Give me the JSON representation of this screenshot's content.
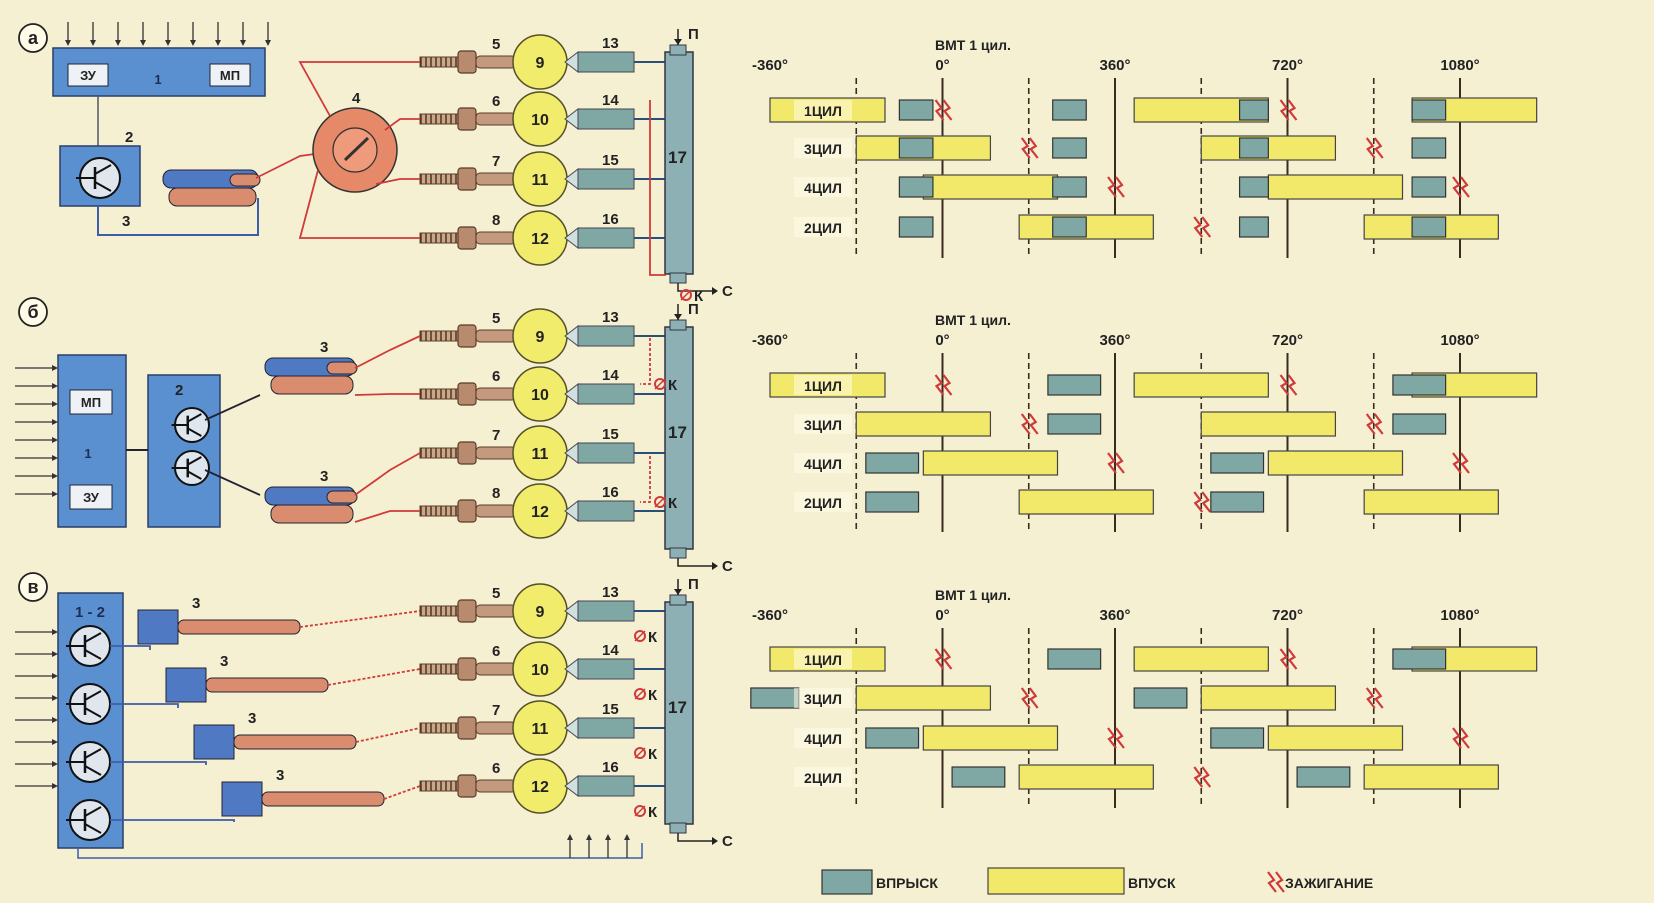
{
  "panels": [
    {
      "letter": "а",
      "ecu_labels": {
        "memory": "ЗУ",
        "center": "1",
        "micro": "МП"
      },
      "module_label": "2",
      "coil_label": "3",
      "distributor_label": "4",
      "k_label": "К"
    },
    {
      "letter": "б",
      "ecu_labels": {
        "memory": "ЗУ",
        "center": "1",
        "micro": "МП"
      },
      "module_label": "2",
      "coil_labels": [
        "3",
        "3"
      ],
      "k_labels": [
        "К",
        "К"
      ]
    },
    {
      "letter": "в",
      "ecu_labels": {
        "center": "1 - 2"
      },
      "coil_labels": [
        "3",
        "3",
        "3",
        "3"
      ],
      "k_labels": [
        "К",
        "К",
        "К",
        "К"
      ]
    }
  ],
  "engine": {
    "spark_labels": [
      [
        "5",
        "6",
        "7",
        "8"
      ],
      [
        "5",
        "6",
        "7",
        "8"
      ],
      [
        "5",
        "6",
        "7",
        "6"
      ]
    ],
    "cylinder_labels": [
      "9",
      "10",
      "11",
      "12"
    ],
    "injector_labels": [
      "13",
      "14",
      "15",
      "16"
    ],
    "rail_label": "17",
    "fuel_in": "П",
    "fuel_out": "С"
  },
  "timing": {
    "title": "ВМТ 1 цил.",
    "axis_ticks": [
      "-360°",
      "0°",
      "360°",
      "720°",
      "1080°"
    ],
    "cylinders": [
      "1ЦИЛ",
      "3ЦИЛ",
      "4ЦИЛ",
      "2ЦИЛ"
    ]
  },
  "legend": {
    "injection": "ВПРЫСК",
    "intake": "ВПУСК",
    "ignition": "ЗАЖИГАНИЕ"
  },
  "colors": {
    "ecu_blue": "#5a8fd0",
    "injection": "#7fa8a4",
    "intake": "#f2e96a",
    "wire_red": "#d03a3a",
    "cylinder_yellow": "#f1ec6c",
    "rail": "#8cb0b4"
  },
  "chart_data": {
    "type": "gantt",
    "x_unit": "degrees of crankshaft rotation",
    "xlim": [
      -360,
      1080
    ],
    "diagrams": [
      {
        "rows": [
          {
            "name": "1ЦИЛ",
            "intake": [
              [
                -360,
                -120
              ],
              [
                400,
                680
              ],
              [
                980,
                1260
              ]
            ],
            "injection": [
              [
                -90,
                -20
              ],
              [
                230,
                300
              ],
              [
                620,
                680
              ],
              [
                980,
                1050
              ]
            ],
            "ignition": [
              0,
              720
            ]
          },
          {
            "name": "3ЦИЛ",
            "intake": [
              [
                -180,
                100
              ],
              [
                540,
                820
              ]
            ],
            "injection": [
              [
                -90,
                -20
              ],
              [
                230,
                300
              ],
              [
                620,
                680
              ],
              [
                980,
                1050
              ]
            ],
            "ignition": [
              180,
              900
            ]
          },
          {
            "name": "4ЦИЛ",
            "intake": [
              [
                -40,
                240
              ],
              [
                680,
                960
              ]
            ],
            "injection": [
              [
                -90,
                -20
              ],
              [
                230,
                300
              ],
              [
                620,
                680
              ],
              [
                980,
                1050
              ]
            ],
            "ignition": [
              360,
              1080
            ]
          },
          {
            "name": "2ЦИЛ",
            "intake": [
              [
                160,
                440
              ],
              [
                880,
                1160
              ]
            ],
            "injection": [
              [
                -90,
                -20
              ],
              [
                230,
                300
              ],
              [
                620,
                680
              ],
              [
                980,
                1050
              ]
            ],
            "ignition": [
              540
            ]
          }
        ]
      },
      {
        "rows": [
          {
            "name": "1ЦИЛ",
            "intake": [
              [
                -360,
                -120
              ],
              [
                400,
                680
              ],
              [
                980,
                1260
              ]
            ],
            "injection": [
              [
                220,
                330
              ],
              [
                940,
                1050
              ]
            ],
            "ignition": [
              0,
              720
            ]
          },
          {
            "name": "3ЦИЛ",
            "intake": [
              [
                -180,
                100
              ],
              [
                540,
                820
              ]
            ],
            "injection": [
              [
                220,
                330
              ],
              [
                940,
                1050
              ]
            ],
            "ignition": [
              180,
              900
            ]
          },
          {
            "name": "4ЦИЛ",
            "intake": [
              [
                -40,
                240
              ],
              [
                680,
                960
              ]
            ],
            "injection": [
              [
                -160,
                -50
              ],
              [
                560,
                670
              ]
            ],
            "ignition": [
              360,
              1080
            ]
          },
          {
            "name": "2ЦИЛ",
            "intake": [
              [
                160,
                440
              ],
              [
                880,
                1160
              ]
            ],
            "injection": [
              [
                -160,
                -50
              ],
              [
                560,
                670
              ]
            ],
            "ignition": [
              540
            ]
          }
        ]
      },
      {
        "rows": [
          {
            "name": "1ЦИЛ",
            "intake": [
              [
                -360,
                -120
              ],
              [
                400,
                680
              ],
              [
                980,
                1260
              ]
            ],
            "injection": [
              [
                220,
                330
              ],
              [
                940,
                1050
              ]
            ],
            "ignition": [
              0,
              720
            ]
          },
          {
            "name": "3ЦИЛ",
            "intake": [
              [
                -180,
                100
              ],
              [
                540,
                820
              ]
            ],
            "injection": [
              [
                -400,
                -300
              ],
              [
                400,
                510
              ]
            ],
            "ignition": [
              180,
              900
            ]
          },
          {
            "name": "4ЦИЛ",
            "intake": [
              [
                -40,
                240
              ],
              [
                680,
                960
              ]
            ],
            "injection": [
              [
                -160,
                -50
              ],
              [
                560,
                670
              ]
            ],
            "ignition": [
              360,
              1080
            ]
          },
          {
            "name": "2ЦИЛ",
            "intake": [
              [
                160,
                440
              ],
              [
                880,
                1160
              ]
            ],
            "injection": [
              [
                20,
                130
              ],
              [
                740,
                850
              ]
            ],
            "ignition": [
              540
            ]
          }
        ]
      }
    ]
  }
}
